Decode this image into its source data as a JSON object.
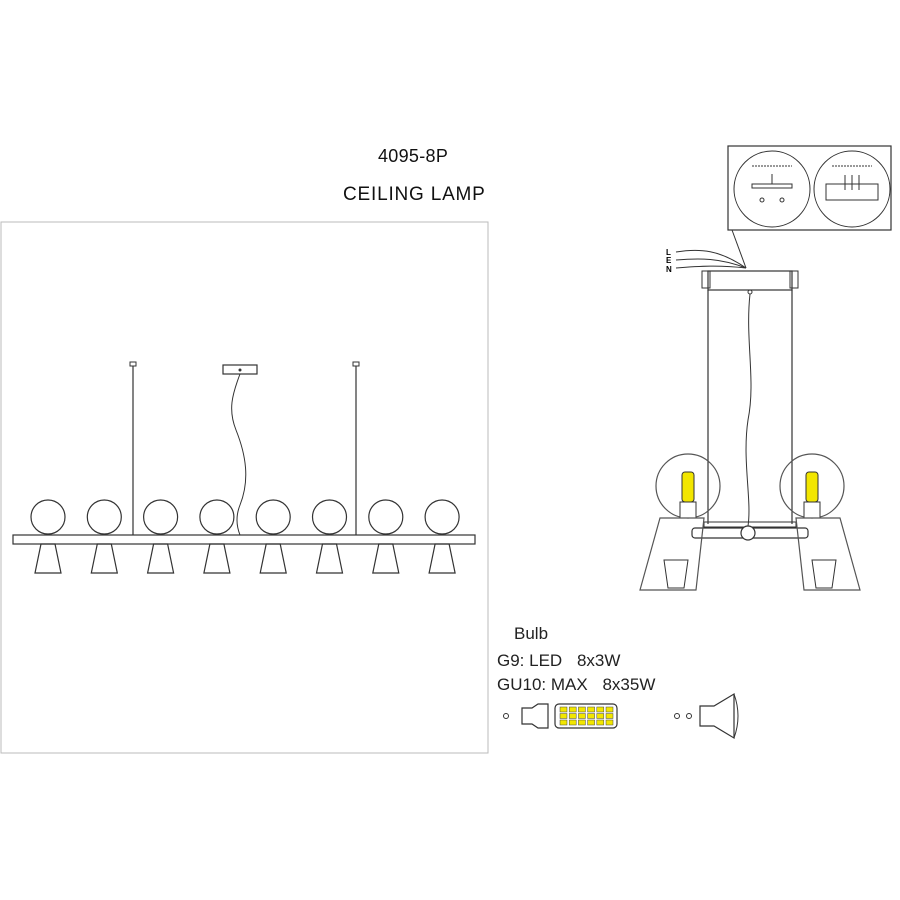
{
  "header": {
    "model": "4095-8P",
    "title": "CEILING LAMP"
  },
  "bulb": {
    "heading": "Bulb",
    "specs": [
      {
        "socket": "G9:",
        "type": "LED",
        "rating": "8x3W"
      },
      {
        "socket": "GU10:",
        "type": "MAX",
        "rating": "8x35W"
      }
    ]
  },
  "wiring": {
    "labels": [
      "L",
      "E",
      "N"
    ]
  },
  "lamp": {
    "head_count": 8
  },
  "colors": {
    "line": "#333333",
    "glass": "#555555",
    "led": "#f2e600",
    "panel_border": "#bbbbbb"
  }
}
